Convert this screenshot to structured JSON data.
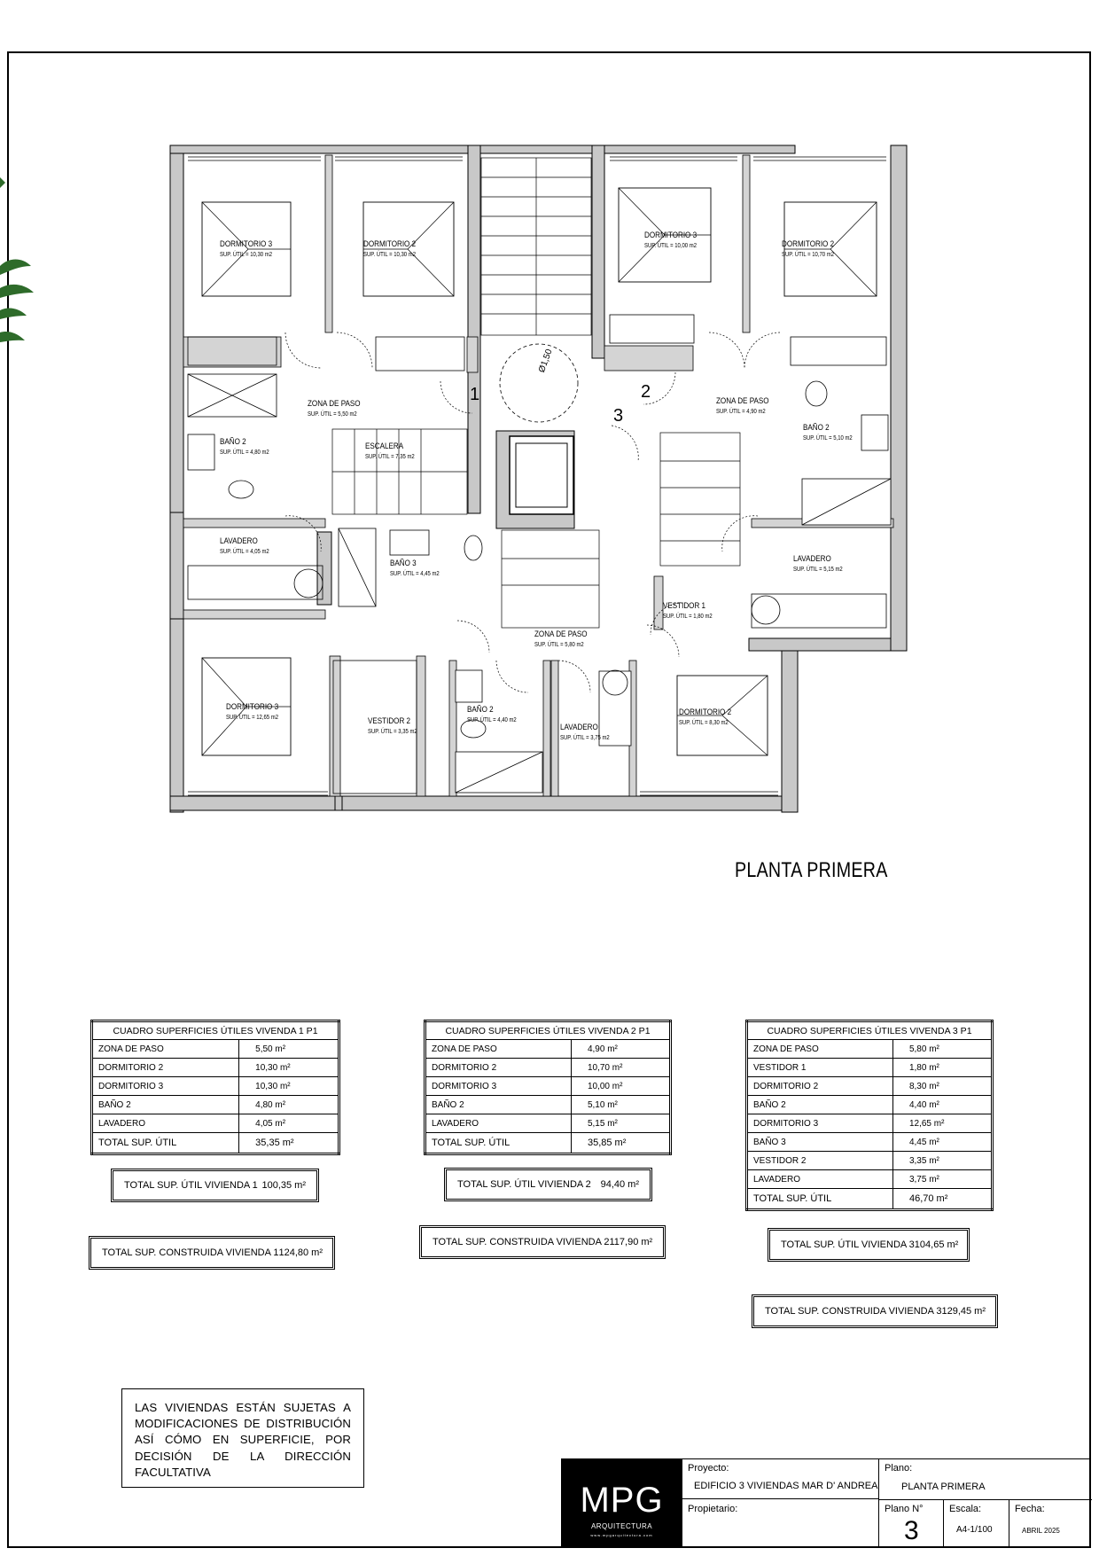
{
  "plan_title": "PLANTA PRIMERA",
  "rooms": [
    {
      "name": "DORMITORIO 3",
      "area": "SUP. ÚTIL = 10,30 m2"
    },
    {
      "name": "DORMITORIO 2",
      "area": "SUP. ÚTIL = 10,30 m2"
    },
    {
      "name": "DORMITORIO 3",
      "area": "SUP. ÚTIL = 10,00 m2"
    },
    {
      "name": "DORMITORIO 2",
      "area": "SUP. ÚTIL = 10,70 m2"
    },
    {
      "name": "ZONA DE PASO",
      "area": "SUP. ÚTIL = 5,50 m2"
    },
    {
      "name": "ZONA DE PASO",
      "area": "SUP. ÚTIL = 4,90 m2"
    },
    {
      "name": "BAÑO 2",
      "area": "SUP. ÚTIL = 4,80 m2"
    },
    {
      "name": "ESCALERA",
      "area": "SUP. ÚTIL = 7,35 m2"
    },
    {
      "name": "BAÑO 2",
      "area": "SUP. ÚTIL = 5,10 m2"
    },
    {
      "name": "LAVADERO",
      "area": "SUP. ÚTIL = 4,05 m2"
    },
    {
      "name": "BAÑO 3",
      "area": "SUP. ÚTIL = 4,45 m2"
    },
    {
      "name": "LAVADERO",
      "area": "SUP. ÚTIL = 5,15 m2"
    },
    {
      "name": "VESTIDOR 1",
      "area": "SUP. ÚTIL = 1,80 m2"
    },
    {
      "name": "ZONA DE PASO",
      "area": "SUP. ÚTIL = 5,80 m2"
    },
    {
      "name": "DORMITORIO 3",
      "area": "SUP. ÚTIL = 12,65 m2"
    },
    {
      "name": "VESTIDOR 2",
      "area": "SUP. ÚTIL = 3,35 m2"
    },
    {
      "name": "BAÑO 2",
      "area": "SUP. ÚTIL = 4,40 m2"
    },
    {
      "name": "LAVADERO",
      "area": "SUP. ÚTIL = 3,75 m2"
    },
    {
      "name": "DORMITORIO 2",
      "area": "SUP. ÚTIL = 8,30 m2"
    }
  ],
  "unit_numbers": [
    "1",
    "2",
    "3"
  ],
  "diameter_label": "Ø1,50",
  "tables": [
    {
      "title": "CUADRO SUPERFICIES ÚTILES VIVENDA 1 P1",
      "rows": [
        {
          "name": "ZONA DE PASO",
          "value": "5,50 m²"
        },
        {
          "name": "DORMITORIO 2",
          "value": "10,30 m²"
        },
        {
          "name": "DORMITORIO 3",
          "value": "10,30 m²"
        },
        {
          "name": "BAÑO 2",
          "value": "4,80 m²"
        },
        {
          "name": "LAVADERO",
          "value": "4,05 m²"
        }
      ],
      "total_label": "TOTAL SUP. ÚTIL",
      "total_value": "35,35 m²",
      "util_label": "TOTAL SUP. ÚTIL VIVIENDA 1",
      "util_value": "100,35 m²",
      "built_label": "TOTAL SUP. CONSTRUIDA VIVIENDA 1",
      "built_value": "124,80 m²"
    },
    {
      "title": "CUADRO SUPERFICIES ÚTILES VIVENDA 2 P1",
      "rows": [
        {
          "name": "ZONA DE PASO",
          "value": "4,90 m²"
        },
        {
          "name": "DORMITORIO 2",
          "value": "10,70 m²"
        },
        {
          "name": "DORMITORIO 3",
          "value": "10,00 m²"
        },
        {
          "name": "BAÑO 2",
          "value": "5,10 m²"
        },
        {
          "name": "LAVADERO",
          "value": "5,15 m²"
        }
      ],
      "total_label": "TOTAL SUP. ÚTIL",
      "total_value": "35,85 m²",
      "util_label": "TOTAL SUP. ÚTIL VIVIENDA 2",
      "util_value": "94,40 m²",
      "built_label": "TOTAL SUP. CONSTRUIDA VIVIENDA 2",
      "built_value": "117,90 m²"
    },
    {
      "title": "CUADRO SUPERFICIES ÚTILES VIVENDA 3 P1",
      "rows": [
        {
          "name": "ZONA DE PASO",
          "value": "5,80 m²"
        },
        {
          "name": "VESTIDOR 1",
          "value": "1,80 m²"
        },
        {
          "name": "DORMITORIO 2",
          "value": "8,30 m²"
        },
        {
          "name": "BAÑO 2",
          "value": "4,40 m²"
        },
        {
          "name": "DORMITORIO 3",
          "value": "12,65 m²"
        },
        {
          "name": "BAÑO 3",
          "value": "4,45 m²"
        },
        {
          "name": "VESTIDOR 2",
          "value": "3,35 m²"
        },
        {
          "name": "LAVADERO",
          "value": "3,75 m²"
        }
      ],
      "total_label": "TOTAL SUP. ÚTIL",
      "total_value": "46,70 m²",
      "util_label": "TOTAL SUP. ÚTIL VIVIENDA 3",
      "util_value": "104,65 m²",
      "built_label": "TOTAL SUP. CONSTRUIDA VIVIENDA 3",
      "built_value": "129,45 m²"
    }
  ],
  "note": "LAS VIVIENDAS ESTÁN SUJETAS A MODIFICACIONES DE DISTRIBUCIÓN ASÍ CÓMO EN SUPERFICIE, POR DECISIÓN DE LA DIRECCIÓN FACULTATIVA",
  "title_block": {
    "logo": "MPG",
    "logo_sub": "ARQUITECTURA",
    "logo_tiny": "www.mpgarquitectura.com",
    "proyecto_label": "Proyecto:",
    "proyecto": "EDIFICIO 3 VIVIENDAS MAR D' ANDREA",
    "propietario_label": "Propietario:",
    "plano_label": "Plano:",
    "plano": "PLANTA PRIMERA",
    "plano_n_label": "Plano N°",
    "plano_n": "3",
    "escala_label": "Escala:",
    "escala": "A4-1/100",
    "fecha_label": "Fecha:",
    "fecha": "ABRIL 2025"
  }
}
